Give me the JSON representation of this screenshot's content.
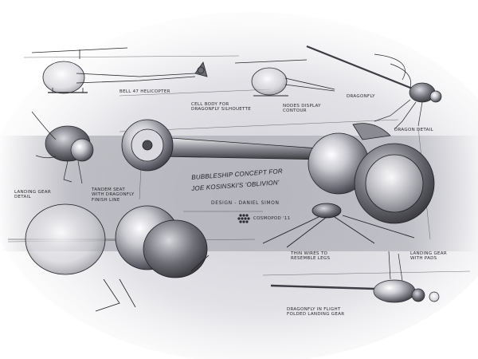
{
  "annotations": {
    "bell_47": "Bell 47 helicopter",
    "cell_body": "Cell body for\ndragonfly silhouette",
    "dragonfly": "Dragonfly",
    "nodes_body": "Nodes display\ncontour",
    "dragon_detail": "Dragon detail",
    "title_line1": "Bubbleship concept for",
    "title_line2": "Joe Kosinski's 'Oblivion'",
    "design_credit": "Design - Daniel Simon",
    "cosmopod_signature": "Cosmopod '11",
    "landing_gear_left": "Landing gear\ndetail",
    "cockpit_note": "Tandem seat\nwith dragonfly\nfinish line",
    "thin_wires": "Thin wires to\nresemble legs",
    "landing_gear_right": "Landing gear\nwith pads",
    "dragonfly_flight": "Dragonfly in flight\nfolded landing gear"
  },
  "colors": {
    "paper": "#ffffff",
    "shadow": "#9a9aa4",
    "ink": "#2a2a2e"
  }
}
